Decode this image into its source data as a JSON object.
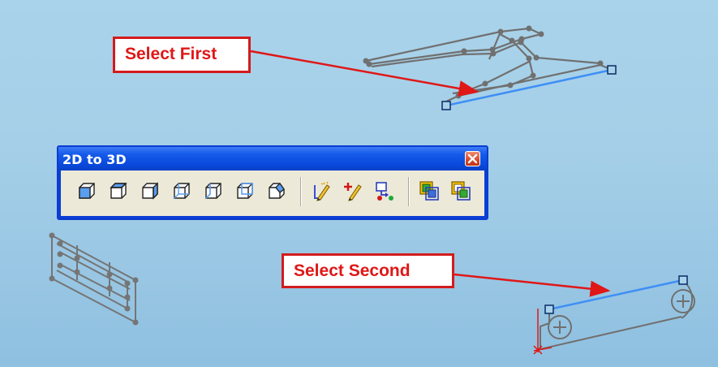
{
  "callouts": {
    "first": "Select First",
    "second": "Select Second"
  },
  "toolbar": {
    "title": "2D to 3D",
    "close_icon": "close-icon",
    "buttons": [
      {
        "name": "front-view-button",
        "icon": "cube-front-icon"
      },
      {
        "name": "top-view-button",
        "icon": "cube-top-icon"
      },
      {
        "name": "right-view-button",
        "icon": "cube-right-icon"
      },
      {
        "name": "bottom-view-button",
        "icon": "cube-bottom-icon"
      },
      {
        "name": "left-view-button",
        "icon": "cube-left-icon"
      },
      {
        "name": "back-view-button",
        "icon": "cube-back-icon"
      },
      {
        "name": "auxiliary-view-button",
        "icon": "cube-auxiliary-icon"
      },
      {
        "name": "create-sketch-button",
        "icon": "sketch-pencil-icon"
      },
      {
        "name": "add-to-sketch-button",
        "icon": "add-sketch-icon"
      },
      {
        "name": "align-sketch-button",
        "icon": "align-sketch-icon"
      },
      {
        "name": "extrude-button",
        "icon": "extrude-icon"
      },
      {
        "name": "cut-button",
        "icon": "cut-icon"
      }
    ]
  },
  "colors": {
    "callout_red": "#e01717",
    "selected_edge": "#3f8ff5",
    "sketch_gray": "#6e6e6e",
    "toolbar_blue": "#0b4bde"
  }
}
